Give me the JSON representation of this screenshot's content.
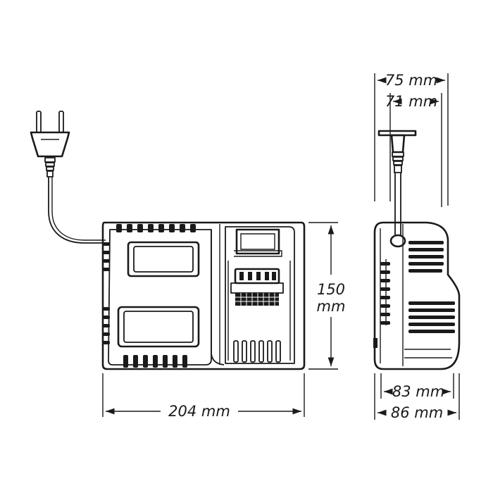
{
  "dimensions": {
    "width": "204 mm",
    "height_value": "150",
    "height_unit": "mm",
    "depth_top_outer": "75 mm",
    "depth_top_inner": "71 mm",
    "depth_bottom_inner": "83 mm",
    "depth_bottom_outer": "86 mm"
  },
  "colors": {
    "line": "#1a1a1a",
    "background": "#ffffff"
  }
}
